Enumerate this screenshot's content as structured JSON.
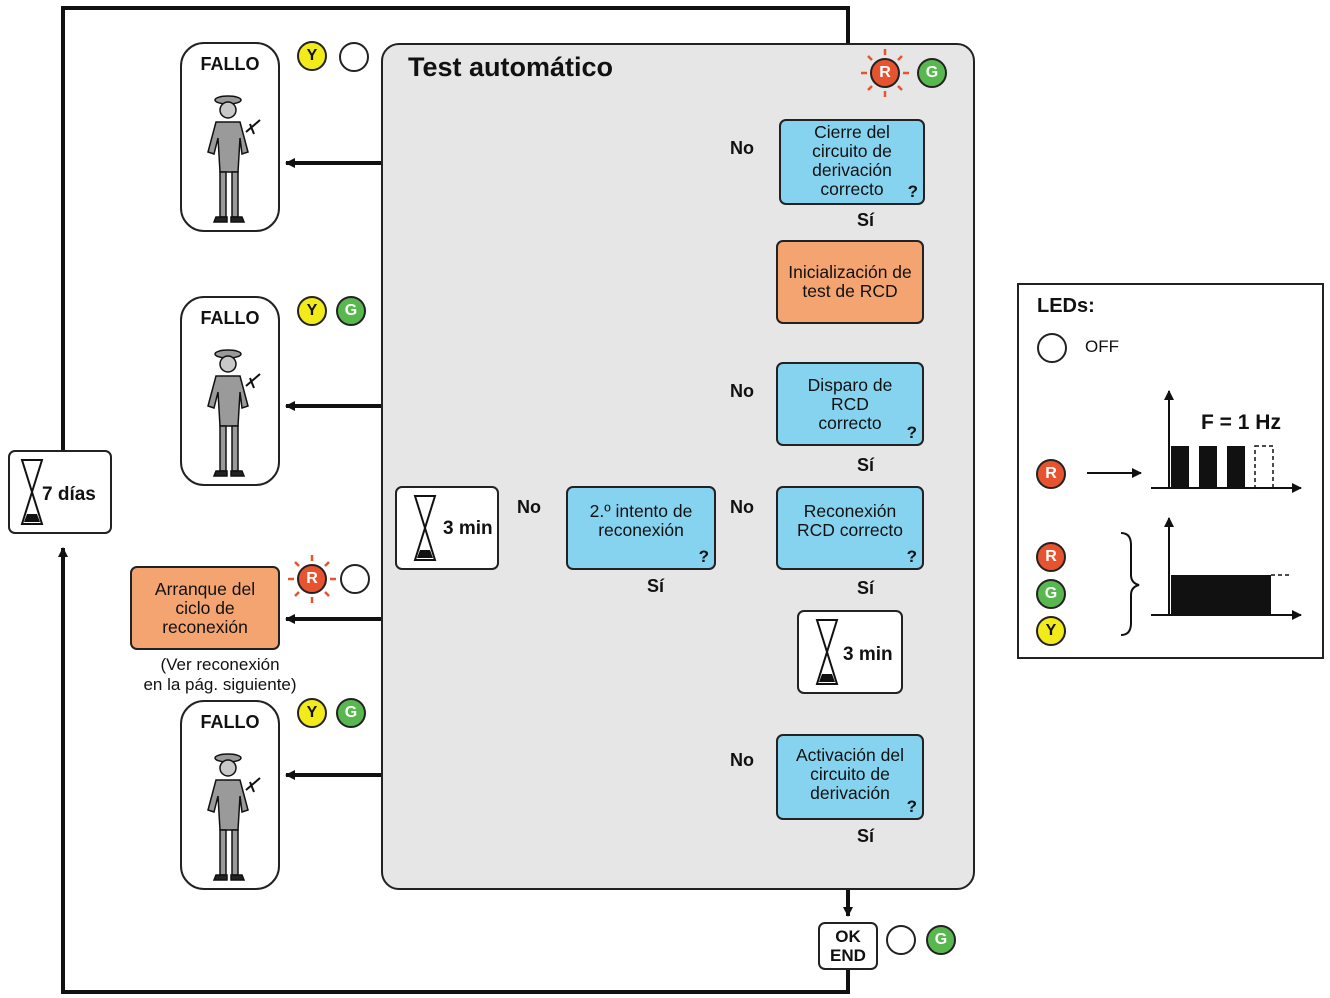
{
  "title": "Test automático",
  "boxes": {
    "cierre": "Cierre del circuito de derivación correcto",
    "inicializacion": "Inicialización de test de RCD",
    "disparo": "Disparo de RCD correcto",
    "reconexion": "Reconexión RCD correcto",
    "segundo_intento": "2.º intento de reconexión",
    "arranque": "Arranque del ciclo de reconexión",
    "activacion": "Activación del circuito de derivación"
  },
  "question_mark": "?",
  "labels": {
    "no": "No",
    "si": "Sí"
  },
  "fallo": "FALLO",
  "timers": {
    "t7": "7 días",
    "t3": "3 min"
  },
  "note_line1": "(Ver reconexión",
  "note_line2": "en la pág. siguiente)",
  "ok_end": {
    "ok": "OK",
    "end": "END"
  },
  "led_letters": {
    "r": "R",
    "g": "G",
    "y": "Y"
  },
  "legend": {
    "title": "LEDs:",
    "off": "OFF",
    "freq": "F = 1 Hz"
  },
  "colors": {
    "blue": "#86d3f0",
    "orange": "#f4a470",
    "panel": "#e6e6e6",
    "red": "#e8532f",
    "green": "#58b84f",
    "yellow": "#f3ea1a"
  }
}
